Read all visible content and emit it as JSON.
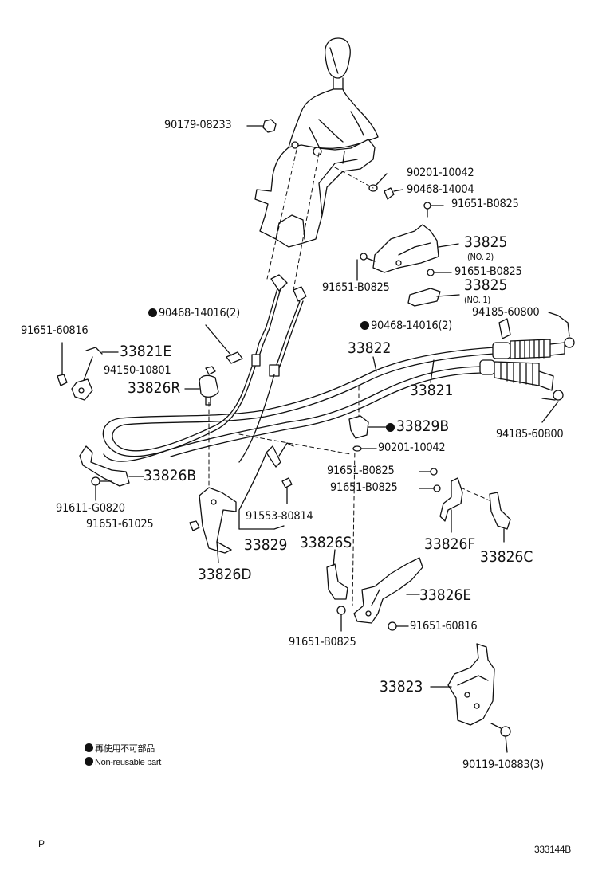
{
  "labels": {
    "p90179_08233": "90179-08233",
    "p90201_10042_top": "90201-10042",
    "p90468_14004": "90468-14004",
    "p91651_B0825_a": "91651-B0825",
    "p33825_no2": "33825",
    "no2": "(NO. 2)",
    "p91651_B0825_b": "91651-B0825",
    "p91651_B0825_c": "91651-B0825",
    "p33825_no1": "33825",
    "no1": "(NO. 1)",
    "p94185_60800_top": "94185-60800",
    "p90468_14016_left": "90468-14016(2)",
    "p90468_14016_right": "90468-14016(2)",
    "p91651_60816_left": "91651-60816",
    "p33821E": "33821E",
    "p33822": "33822",
    "p94150_10801": "94150-10801",
    "p33826R": "33826R",
    "p33821": "33821",
    "p33829B": "33829B",
    "p94185_60800_bottom": "94185-60800",
    "p90201_10042_mid": "90201-10042",
    "p91651_B0825_d": "91651-B0825",
    "p91651_B0825_e": "91651-B0825",
    "p33826B": "33826B",
    "p91611_G0820": "91611-G0820",
    "p91553_80814": "91553-80814",
    "p91651_61025": "91651-61025",
    "p33829": "33829",
    "p33826S": "33826S",
    "p33826F": "33826F",
    "p33826C": "33826C",
    "p33826D": "33826D",
    "p33826E": "33826E",
    "p91651_60816_right": "91651-60816",
    "p91651_B0825_f": "91651-B0825",
    "p33823": "33823",
    "p90119_10883": "90119-10883(3)"
  },
  "legend": {
    "jp": "再使用不可部品",
    "en": "Non-reusable part"
  },
  "footer": {
    "left": "P",
    "right": "333144B"
  }
}
